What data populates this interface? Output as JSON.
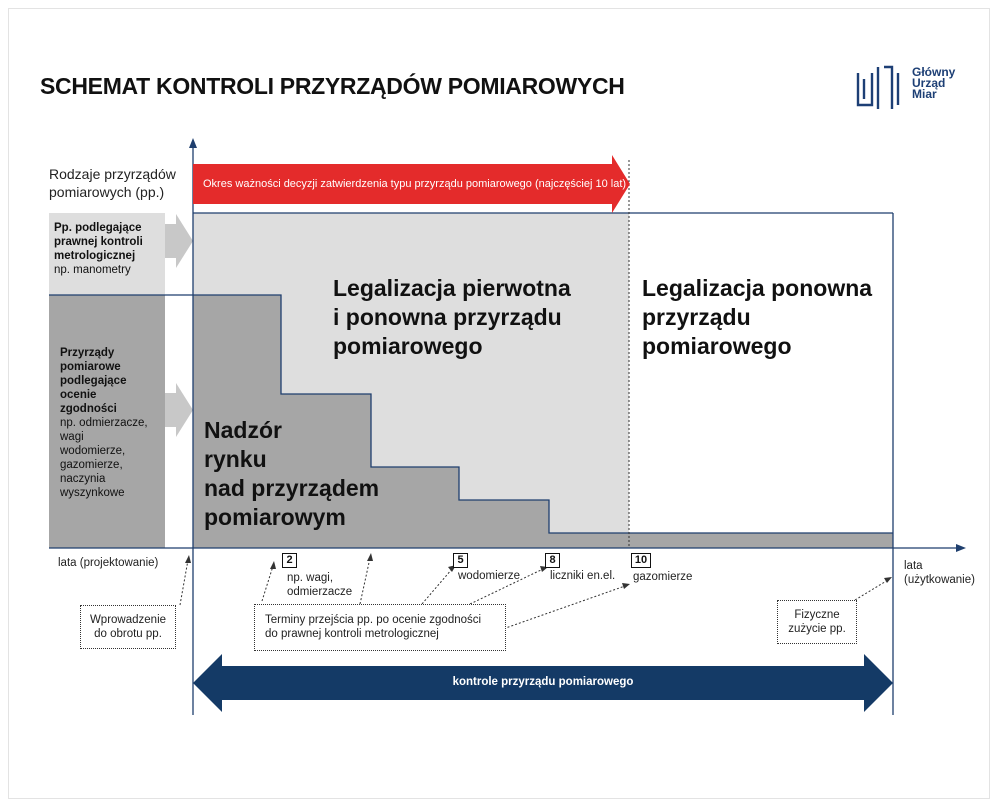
{
  "title": "SCHEMAT KONTROLI PRZYRZĄDÓW POMIAROWYCH",
  "logo": {
    "text": "Główny\nUrząd\nMiar",
    "color": "#1d3f75"
  },
  "colors": {
    "red": "#e42b2b",
    "navy": "#143a66",
    "light_gray": "#dedede",
    "dark_gray": "#a6a6a6",
    "axis": "#1f3f6e"
  },
  "y_axis_label": "Rodzaje przyrządów\npomiarowych (pp.)",
  "red_arrow_text": "Okres ważności decyzji zatwierdzenia typu przyrządu pomiarowego (najczęściej 10 lat)",
  "left_panel": {
    "legal_control": {
      "title": "Pp. podlegające\nprawnej kontroli\nmetrologicznej",
      "example": "np. manometry"
    },
    "conformity": {
      "title": "Przyrządy\npomiarowe\npodlegające ocenie\nzgodności",
      "example": "np. odmierzacze,\nwagi\nwodomierze,\ngazomierze,\nnaczynia\nwyszynkowe"
    }
  },
  "regions": {
    "legalization_initial": "Legalizacja pierwotna\ni ponowna przyrządu\npomiarowego",
    "legalization_repeat": "Legalizacja ponowna\nprzyrządu\npomiarowego",
    "market_surveillance": "Nadzór\nrynku\nnad przyrządem\npomiarowym"
  },
  "x_axis": {
    "left_label": "lata (projektowanie)",
    "right_label": "lata\n(użytkowanie)"
  },
  "steps": [
    {
      "year": "2",
      "label": "np. wagi,\nodmierzacze"
    },
    {
      "year": "5",
      "label": "wodomierze"
    },
    {
      "year": "8",
      "label": "liczniki en.el."
    },
    {
      "year": "10",
      "label": "gazomierze"
    }
  ],
  "notes": {
    "market_entry": "Wprowadzenie\ndo obrotu pp.",
    "transition_terms": "Terminy przejścia pp. po ocenie zgodności\ndo prawnej kontroli metrologicznej",
    "wear": "Fizyczne\nzużycie pp."
  },
  "bottom_arrow_text": "kontrole przyrządu pomiarowego"
}
